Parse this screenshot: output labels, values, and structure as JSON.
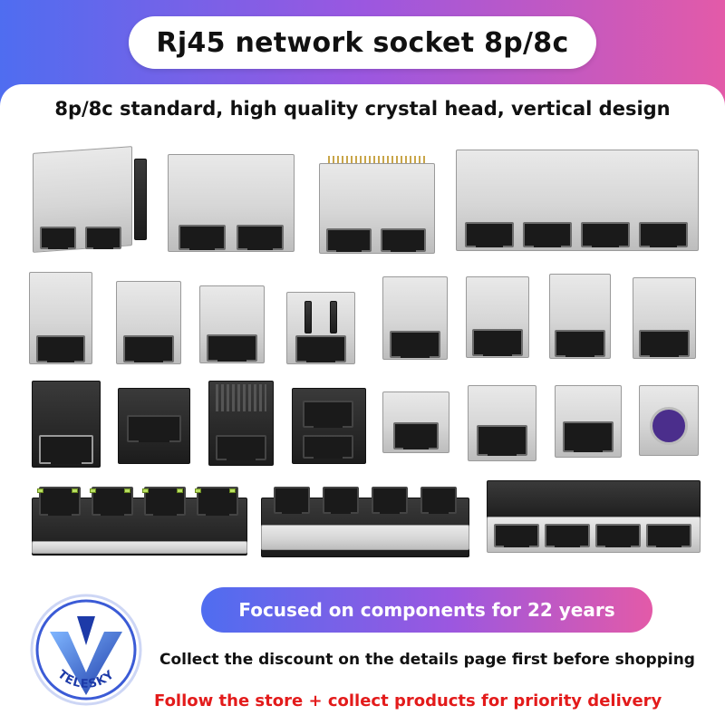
{
  "header": {
    "title": "Rj45 network socket 8p/8c",
    "subtitle": "8p/8c standard, high quality crystal head, vertical design"
  },
  "footer": {
    "banner": "Focused on components for 22 years",
    "line1": "Collect the discount on the details page first before shopping",
    "line2": "Follow the store + collect products for priority delivery",
    "brand": "TELESKY"
  },
  "colors": {
    "gradient_start": "#4f6df0",
    "gradient_mid": "#9b57e0",
    "gradient_end": "#e35aa8",
    "accent_red": "#e31b1b",
    "logo_blue": "#1d3aa8"
  },
  "products": [
    "dual-port-metal-socket-side",
    "dual-port-metal-socket",
    "dual-port-metal-socket-pins",
    "quad-port-metal-socket",
    "single-metal-socket-1",
    "single-metal-socket-2",
    "single-metal-socket-3",
    "single-metal-socket-tabs",
    "single-metal-socket-4",
    "single-metal-socket-5",
    "single-metal-socket-6",
    "single-metal-socket-7",
    "single-black-socket-1",
    "single-black-socket-2",
    "single-black-socket-3",
    "single-black-socket-4",
    "low-profile-metal-socket",
    "single-metal-socket-8",
    "single-metal-socket-9",
    "ps2-socket",
    "quad-black-socket-led",
    "quad-black-socket",
    "quad-metal-socket-inline"
  ]
}
